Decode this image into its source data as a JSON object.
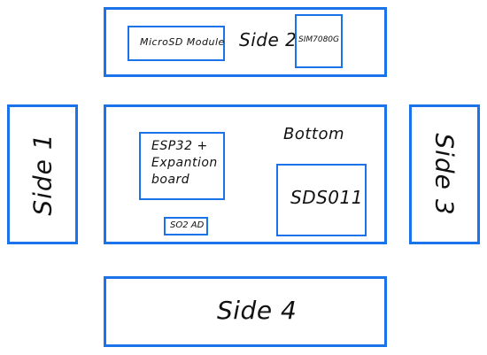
{
  "colors": {
    "border": "#1a73e8",
    "text": "#111111",
    "background": "#ffffff"
  },
  "side2": {
    "label": "Side 2",
    "microsd": "MicroSD Module",
    "sim": "SIM7080G"
  },
  "side1": {
    "label": "Side 1"
  },
  "side3": {
    "label": "Side 3"
  },
  "side4": {
    "label": "Side 4"
  },
  "bottom": {
    "label": "Bottom",
    "esp32_line1": "ESP32 +",
    "esp32_line2": "Expantion",
    "esp32_line3": "board",
    "so2": "SO2 AD",
    "sds": "SDS011"
  }
}
